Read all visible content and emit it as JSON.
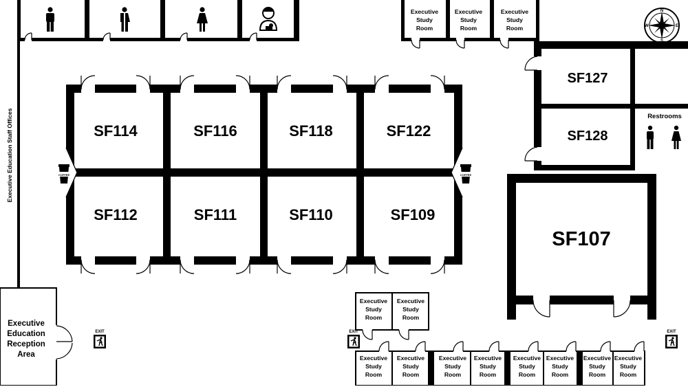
{
  "rooms": {
    "sf114": "SF114",
    "sf116": "SF116",
    "sf118": "SF118",
    "sf122": "SF122",
    "sf112": "SF112",
    "sf111": "SF111",
    "sf110": "SF110",
    "sf109": "SF109",
    "sf127": "SF127",
    "sf128": "SF128",
    "sf107": "SF107"
  },
  "study_room": {
    "line1": "Executive",
    "line2": "Study",
    "line3": "Room"
  },
  "areas": {
    "restrooms": "Restrooms",
    "staff_offices": "Executive Education Staff Offices",
    "reception": [
      "Executive",
      "Education",
      "Reception",
      "Area"
    ]
  },
  "exit_label": "EXIT",
  "coffee_label": "COFFEE",
  "compass": {
    "n": "N",
    "s": "S",
    "e": "E",
    "w": "W"
  },
  "icons": {
    "restroom_men": "man-icon",
    "restroom_unisex": "unisex-icon",
    "restroom_women": "woman-icon",
    "nursing": "nursing-mother-icon",
    "exit": "exit-sign-icon",
    "coffee": "coffee-cup-icon",
    "compass": "compass-rose-icon"
  }
}
